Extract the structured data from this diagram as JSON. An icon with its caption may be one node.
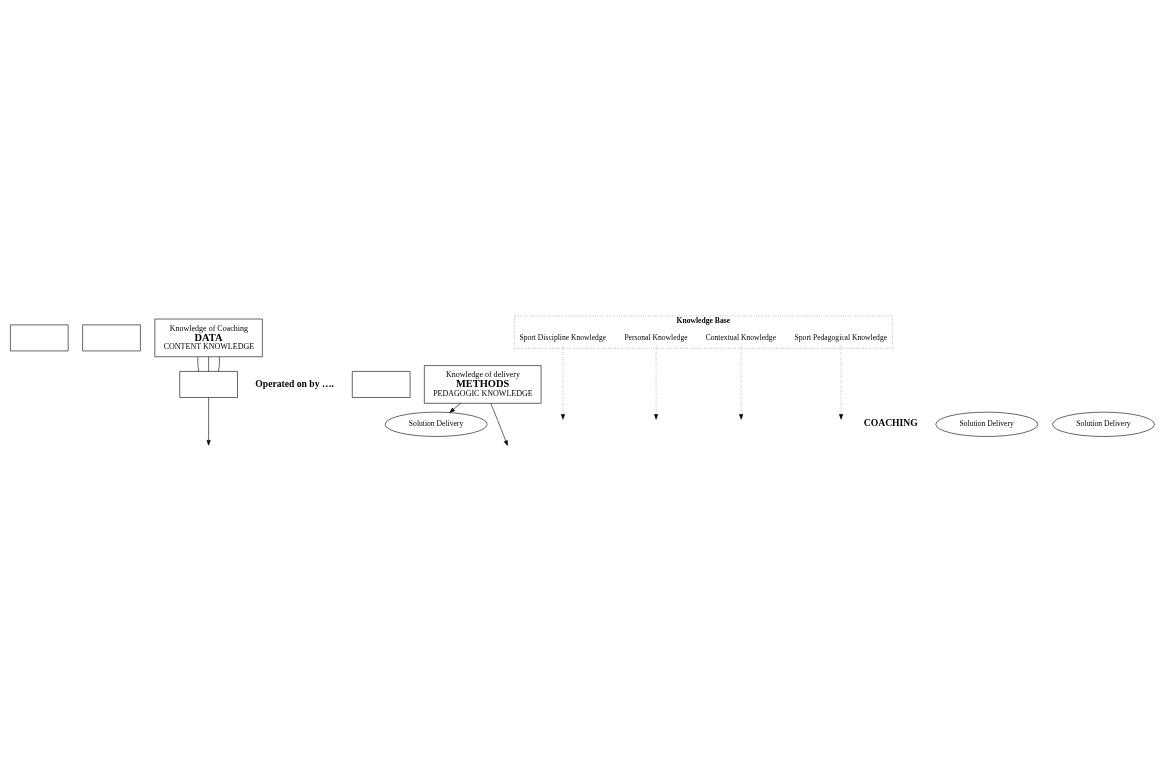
{
  "diagram": {
    "nodes": [
      {
        "text": [],
        "shape": "box"
      },
      {
        "text": [],
        "shape": "box"
      },
      {
        "text": [
          "Knowledge of Coaching",
          "DATA",
          "CONTENT KNOWLEDGE"
        ]
      },
      {
        "text": [],
        "shape": "box"
      },
      {
        "text": [],
        "shape": "box"
      },
      {
        "text": [
          "Knowledge of delivery",
          "METHODS",
          "PEDAGOGIC KNOWLEDGE"
        ]
      },
      {
        "text": [
          "Knowledge Base"
        ]
      },
      {
        "text": [
          "Sport Discipline Knowledge"
        ],
        "in": 6
      },
      {
        "text": [
          "Personal Knowledge"
        ],
        "in": 6
      },
      {
        "text": [
          "Contextual Knowledge"
        ],
        "in": 6
      },
      {
        "text": [
          "Sport Pedagogical Knowledge"
        ],
        "in": 6
      },
      {
        "text": [
          "Solution Delivery"
        ]
      },
      {
        "text": [
          "Solution Delivery"
        ]
      },
      {
        "text": [
          "Solution Delivery"
        ]
      }
    ],
    "edges": [
      {
        "from": 2,
        "to": 4,
        "arrow": "none"
      },
      {
        "from": 2,
        "to": 4,
        "arrow": "none"
      },
      {
        "from": 2,
        "to": 4,
        "arrow": "none"
      },
      {
        "from": 4,
        "to": null,
        "arrow": "to"
      },
      {
        "from": 5,
        "to": 12,
        "arrow": "to"
      },
      {
        "from": 5,
        "to": null,
        "arrow": "to"
      },
      {
        "from": 7,
        "to": null,
        "arrow": "to",
        "style": "dashed"
      },
      {
        "from": 8,
        "to": null,
        "arrow": "to",
        "style": "dashed"
      },
      {
        "from": 9,
        "to": null,
        "arrow": "to",
        "style": "dashed"
      },
      {
        "from": 10,
        "to": null,
        "arrow": "to",
        "style": "dashed"
      }
    ],
    "labels": [
      "Operated on by ….",
      "COACHING"
    ]
  }
}
